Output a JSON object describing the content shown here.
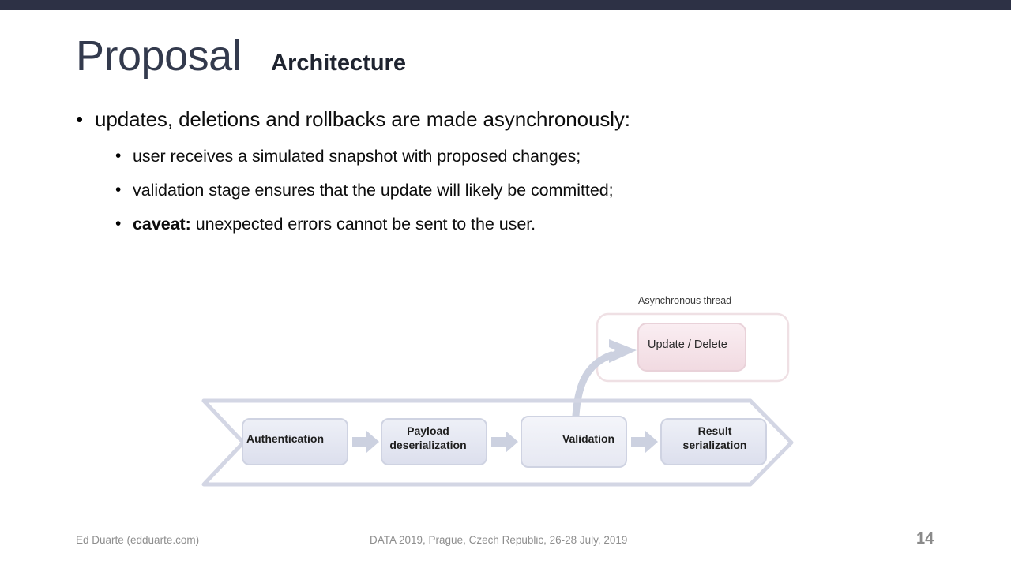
{
  "theme": {
    "topbar_color": "#2d3145",
    "title_color": "#333a4d",
    "text_color": "#0d0d0d",
    "footer_color": "#8e8e8e",
    "box_fill": "#e3e5ef",
    "box_stroke": "#cfd3e2",
    "pipeline_stroke": "#d3d6e4",
    "arrow_fill": "#ccd1e0",
    "async_box_fill": "#f6e5ea",
    "async_box_stroke": "#e9d2d9",
    "async_container_stroke": "#efe0e4"
  },
  "title": {
    "main": "Proposal",
    "sub": "Architecture"
  },
  "content": {
    "bullet_glyph": "•",
    "level1": "updates, deletions and rollbacks are made asynchronously:",
    "level2": [
      {
        "bold": "",
        "text": "user receives a simulated snapshot with proposed changes;"
      },
      {
        "bold": "",
        "text": "validation stage ensures that the update will likely be committed;"
      },
      {
        "bold": "caveat:",
        "text": " unexpected errors cannot be sent to the user."
      }
    ]
  },
  "diagram": {
    "async_caption": "Asynchronous thread",
    "async_box_label": "Update / Delete",
    "pipeline_stages": [
      {
        "label": "Authentication"
      },
      {
        "label_line1": "Payload",
        "label_line2": "deserialization"
      },
      {
        "label": "Validation"
      },
      {
        "label_line1": "Result",
        "label_line2": "serialization"
      }
    ]
  },
  "footer": {
    "left": "Ed Duarte (edduarte.com)",
    "center": "DATA 2019, Prague, Czech Republic, 26-28 July, 2019",
    "page": "14"
  }
}
